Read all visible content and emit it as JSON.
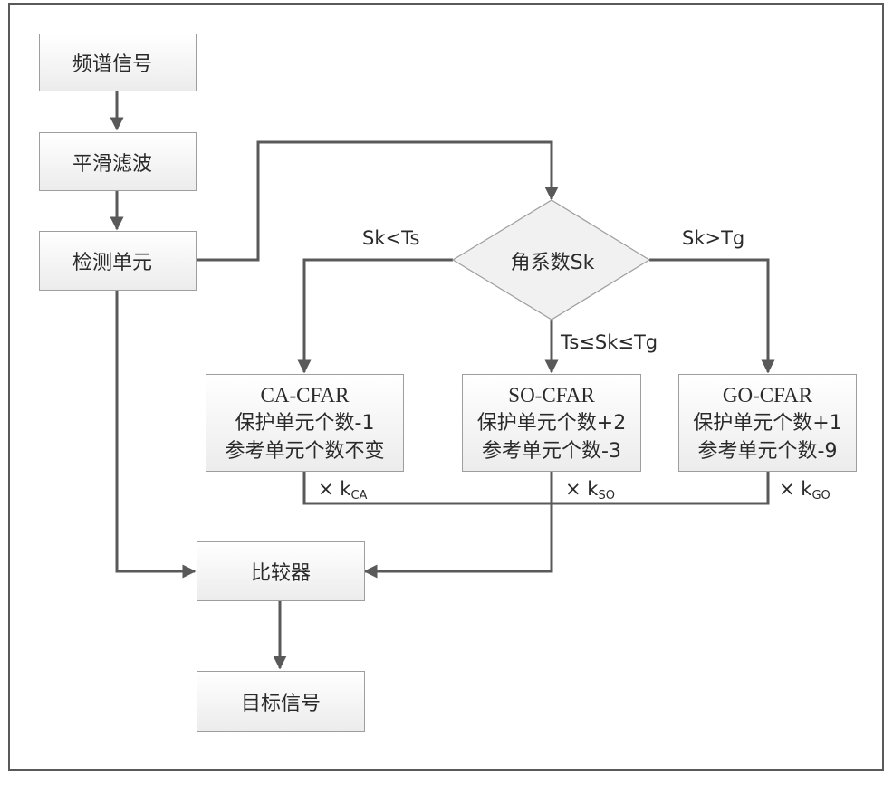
{
  "nodes": {
    "spectrum_signal": "频谱信号",
    "smoothing_filter": "平滑滤波",
    "detection_cell": "检测单元",
    "angle_coefficient": "角系数Sk",
    "ca_cfar": {
      "title": "CA-CFAR",
      "line1": "保护单元个数-1",
      "line2": "参考单元个数不变"
    },
    "so_cfar": {
      "title": "SO-CFAR",
      "line1": "保护单元个数+2",
      "line2": "参考单元个数-3"
    },
    "go_cfar": {
      "title": "GO-CFAR",
      "line1": "保护单元个数+1",
      "line2": "参考单元个数-9"
    },
    "comparator": "比较器",
    "target_signal": "目标信号"
  },
  "edge_labels": {
    "sk_lt_ts": "Sk<Ts",
    "sk_gt_tg": "Sk>Tg",
    "ts_le_sk_le_tg": "Ts≤Sk≤Tg",
    "k_ca": {
      "prefix": "× k",
      "sub": "CA"
    },
    "k_so": {
      "prefix": "× k",
      "sub": "SO"
    },
    "k_go": {
      "prefix": "× k",
      "sub": "GO"
    }
  }
}
